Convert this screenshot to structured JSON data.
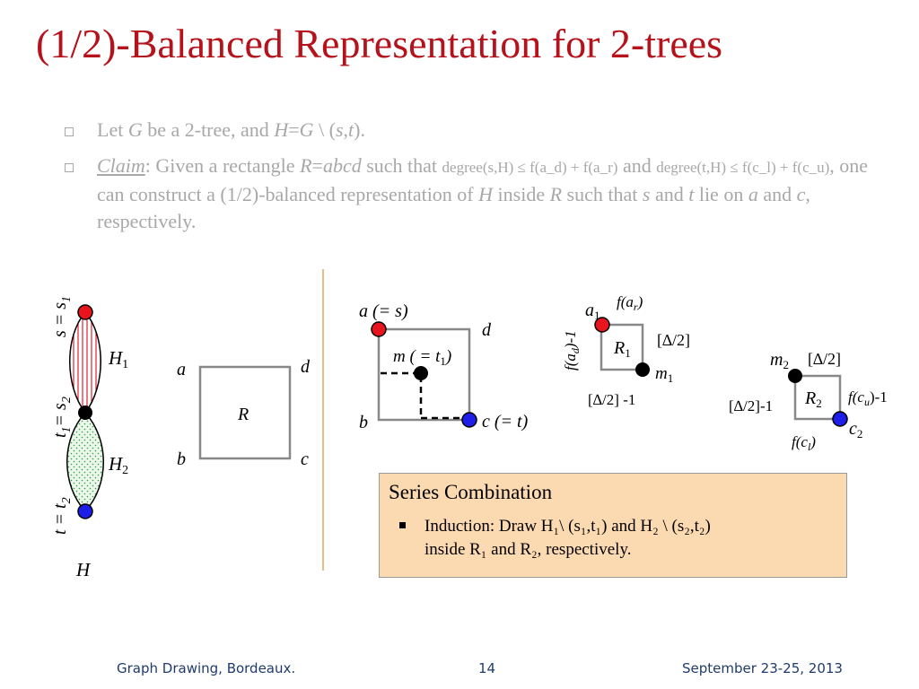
{
  "title": "(1/2)-Balanced Representation for 2-trees",
  "bullets": {
    "b1": {
      "t1": "Let ",
      "g": "G",
      "t2": " be a 2-tree, and ",
      "h": "H",
      "t3": "=",
      "g2": "G",
      "t4": " \\ (",
      "s": "s",
      "comma": ",",
      "t": "t",
      "t5": ")."
    },
    "b2": {
      "claim": "Claim",
      "t1": ": Given a rectangle ",
      "r": "R",
      "eq": "=",
      "abcd": "abcd",
      "t2": " such that ",
      "cond1": "degree(s,H) ≤ f(a_d) + f(a_r)",
      "and": " and ",
      "cond2": "degree(t,H) ≤ f(c_l) + f(c_u)",
      "t3": ", one can construct a (1/2)-balanced representation of ",
      "h": "H",
      "t4": " inside ",
      "r2": "R",
      "t5": " such that ",
      "s": "s",
      "t6": " and ",
      "t": "t",
      "t7": " lie on ",
      "a": "a",
      "t8": " and ",
      "c": "c",
      "t9": ", respectively."
    }
  },
  "figure1": {
    "s_label": "s = s",
    "s_sub": "1",
    "t1_label": "t",
    "t1_sub": "1",
    "t1_rest": "= s",
    "t1_rest_sub": "2",
    "t_label": "t = t",
    "t_sub": "2",
    "h1": "H",
    "h1_sub": "1",
    "h2": "H",
    "h2_sub": "2",
    "h": "H"
  },
  "figure2": {
    "a": "a",
    "b": "b",
    "c": "c",
    "d": "d",
    "r": "R"
  },
  "figure3": {
    "a_label": "a (= s)",
    "d": "d",
    "m_label": "m ( = t",
    "m_sub": "1",
    "m_close": ")",
    "b": "b",
    "c_label": "c (= t)"
  },
  "figure4": {
    "a": "a",
    "a_sub": "1",
    "far": "f(a",
    "far_sub": "r",
    "far_close": ")",
    "fad": "f(a",
    "fad_sub": "d",
    "fad_close": ")-1",
    "r": "R",
    "r_sub": "1",
    "half": "[∆/2]",
    "m": "m",
    "m_sub": "1",
    "half_minus": "[∆/2] -1"
  },
  "figure5": {
    "m": "m",
    "m_sub": "2",
    "half": "[∆/2]",
    "half_minus": "[∆/2]-1",
    "r": "R",
    "r_sub": "2",
    "fcu": "f(c",
    "fcu_sub": "u",
    "fcu_close": ")-1",
    "c": "c",
    "c_sub": "2",
    "fcl": "f(c",
    "fcl_sub": "l",
    "fcl_close": ")"
  },
  "panel": {
    "title": "Series Combination",
    "line1": "Induction: Draw  H₁\\ (s₁,t₁) and H₂ \\ (s₂,t₂)",
    "line2": "inside R₁ and R₂,  respectively."
  },
  "footer": {
    "left": "Graph Drawing, Bordeaux.",
    "page": "14",
    "right": "September 23-25, 2013"
  },
  "colors": {
    "title": "#b5121b",
    "bullet_text": "#a8a8a8",
    "vertex_red": "#e8141e",
    "vertex_blue": "#1d1ee8",
    "panel_bg": "#fbd9b1",
    "divider": "#d8a860",
    "footer": "#1f3b6e"
  }
}
